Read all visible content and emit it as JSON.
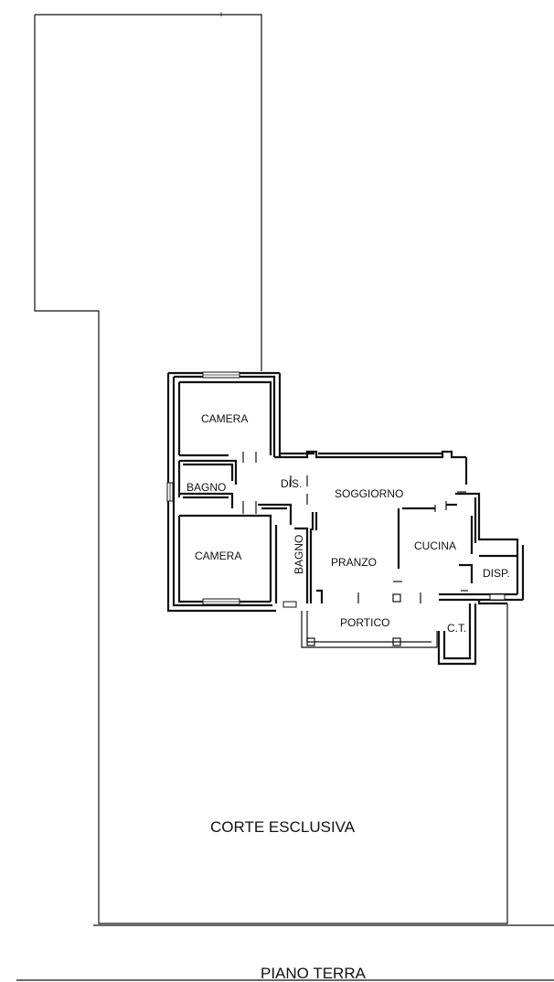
{
  "rooms": {
    "camera_top": "CAMERA",
    "bagno_left": "BAGNO",
    "dis": "DIS.",
    "soggiorno": "SOGGIORNO",
    "camera_bottom": "CAMERA",
    "bagno_vertical": "BAGNO",
    "pranzo": "PRANZO",
    "cucina": "CUCINA",
    "disp": "DISP.",
    "portico": "PORTICO",
    "ct": "C.T."
  },
  "corte": "CORTE ESCLUSIVA",
  "floor_title": "PIANO TERRA"
}
